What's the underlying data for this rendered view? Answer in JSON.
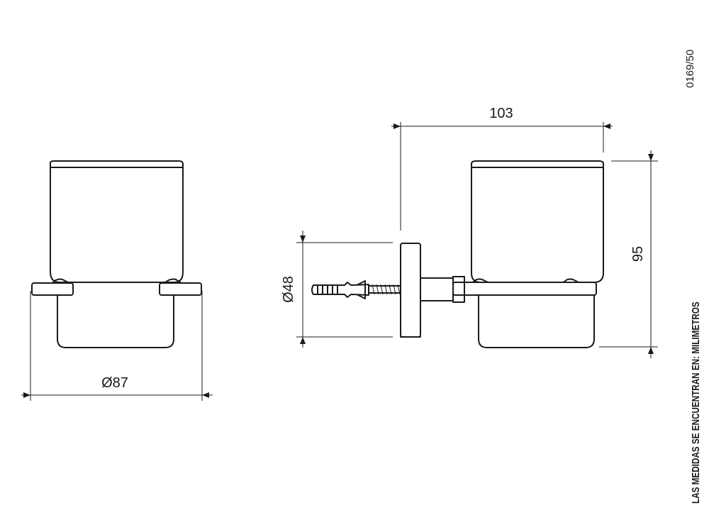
{
  "document_code": "0169/50",
  "units_note": "LAS MEDIDAS SE ENCUENTRAN EN: MILIMETROS",
  "dimensions": {
    "diameter_front": "Ø87",
    "diameter_base": "Ø48",
    "width_side": "103",
    "height_side": "95"
  }
}
